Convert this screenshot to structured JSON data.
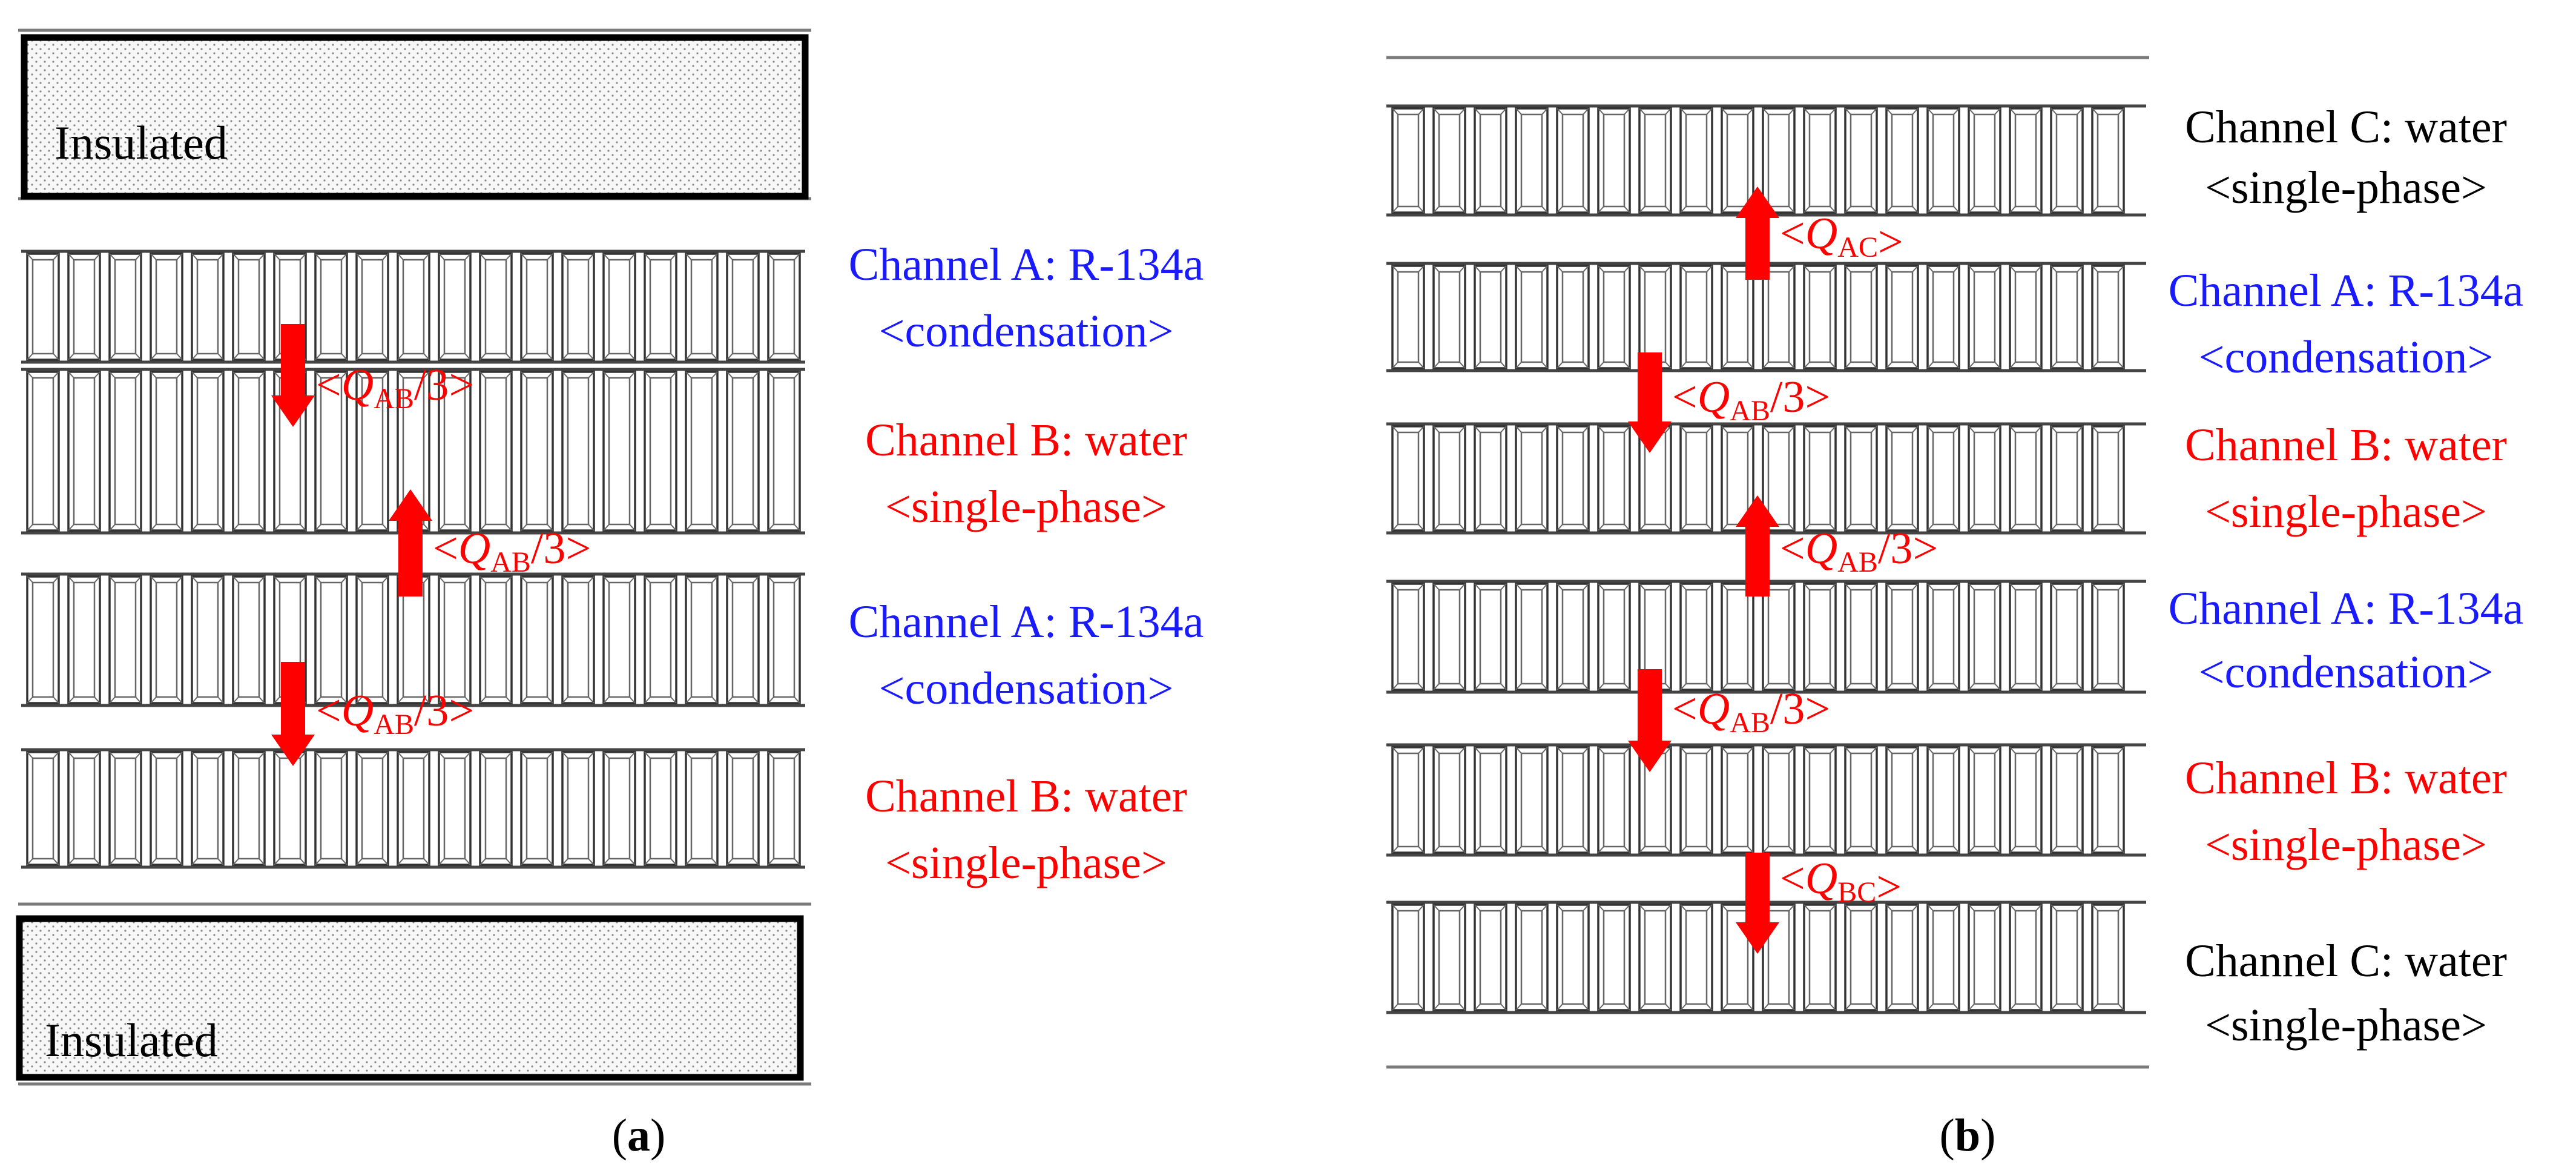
{
  "colors": {
    "blue": "#1a1aff",
    "red": "#ff0000",
    "black": "#000000",
    "arrow": "#ff0000"
  },
  "panel_a": {
    "caption_open": "(",
    "caption_letter": "a",
    "caption_close": ")",
    "insulated_top": "Insulated",
    "insulated_bottom": "Insulated",
    "channels": [
      {
        "line1": "Channel A: R-134a",
        "line2": "<condensation>",
        "color": "blue"
      },
      {
        "line1": "Channel B: water",
        "line2": "<single-phase>",
        "color": "red"
      },
      {
        "line1": "Channel A: R-134a",
        "line2": "<condensation>",
        "color": "blue"
      },
      {
        "line1": "Channel B: water",
        "line2": "<single-phase>",
        "color": "red"
      }
    ],
    "flows": [
      {
        "dir": "down",
        "open": "<",
        "sym": "Q",
        "sub": "AB",
        "suffix": "/3",
        "close": ">"
      },
      {
        "dir": "up",
        "open": "<",
        "sym": "Q",
        "sub": "AB",
        "suffix": "/3",
        "close": ">"
      },
      {
        "dir": "down",
        "open": "<",
        "sym": "Q",
        "sub": "AB",
        "suffix": "/3",
        "close": ">"
      }
    ]
  },
  "panel_b": {
    "caption_open": "(",
    "caption_letter": "b",
    "caption_close": ")",
    "channels": [
      {
        "line1": "Channel C: water",
        "line2": "<single-phase>",
        "color": "black"
      },
      {
        "line1": "Channel A: R-134a",
        "line2": "<condensation>",
        "color": "blue"
      },
      {
        "line1": "Channel B: water",
        "line2": "<single-phase>",
        "color": "red"
      },
      {
        "line1": "Channel A: R-134a",
        "line2": "<condensation>",
        "color": "blue"
      },
      {
        "line1": "Channel B: water",
        "line2": "<single-phase>",
        "color": "red"
      },
      {
        "line1": "Channel C: water",
        "line2": "<single-phase>",
        "color": "black"
      }
    ],
    "flows": [
      {
        "dir": "up",
        "open": "<",
        "sym": "Q",
        "sub": "AC",
        "suffix": "",
        "close": ">"
      },
      {
        "dir": "down",
        "open": "<",
        "sym": "Q",
        "sub": "AB",
        "suffix": "/3",
        "close": ">"
      },
      {
        "dir": "up",
        "open": "<",
        "sym": "Q",
        "sub": "AB",
        "suffix": "/3",
        "close": ">"
      },
      {
        "dir": "down",
        "open": "<",
        "sym": "Q",
        "sub": "AB",
        "suffix": "/3",
        "close": ">"
      },
      {
        "dir": "down",
        "open": "<",
        "sym": "Q",
        "sub": "BC",
        "suffix": "",
        "close": ">"
      }
    ]
  }
}
